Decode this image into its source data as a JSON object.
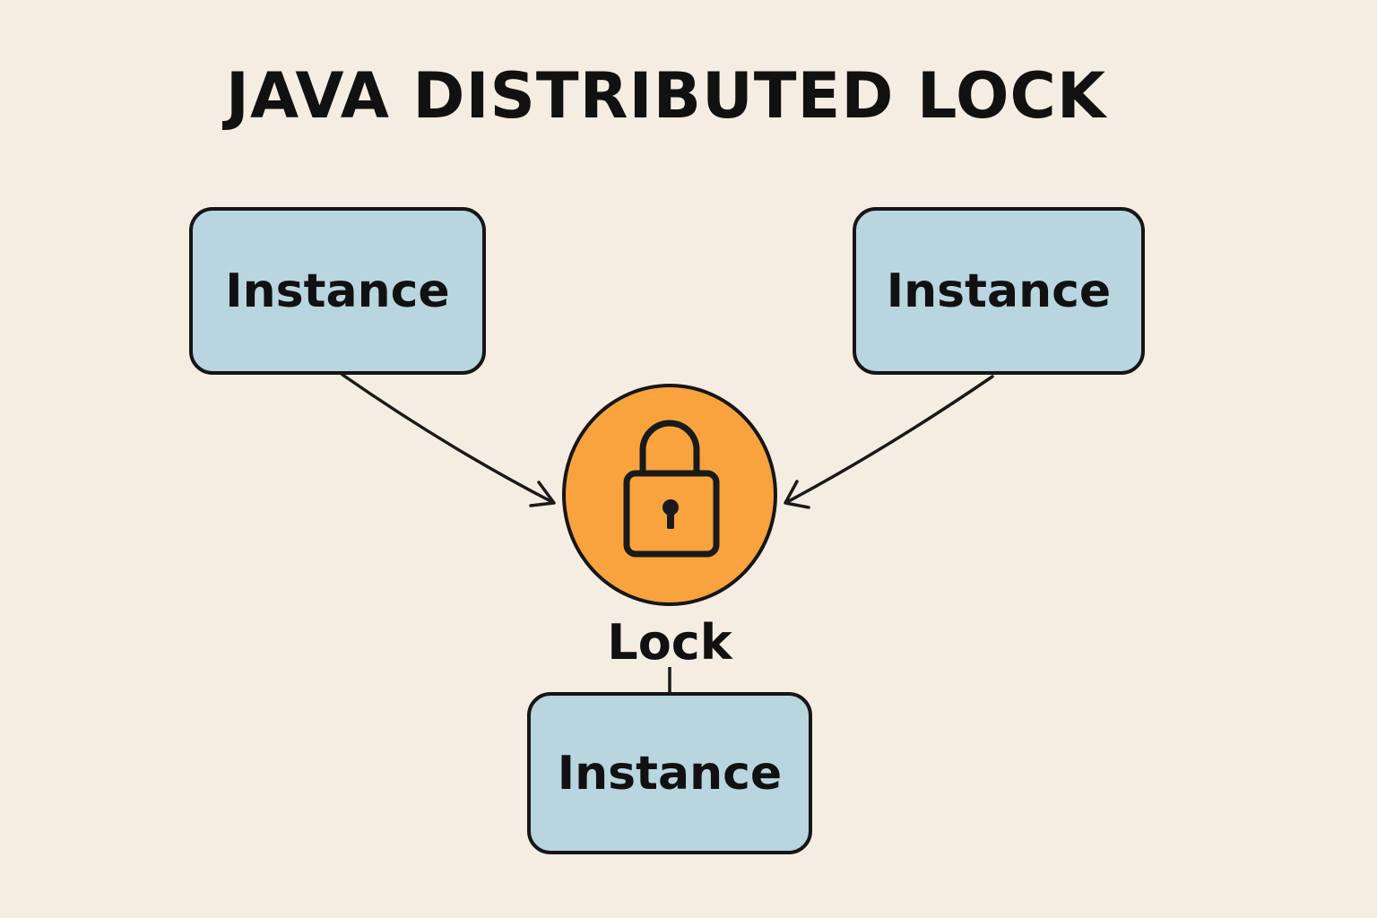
{
  "title": "JAVA DISTRIBUTED LOCK",
  "nodes": {
    "left": {
      "label": "Instance"
    },
    "right": {
      "label": "Instance"
    },
    "bottom": {
      "label": "Instance"
    },
    "lock": {
      "label": "Lock",
      "icon": "padlock-icon"
    }
  },
  "edges": [
    {
      "from": "left",
      "to": "lock",
      "style": "arrow"
    },
    {
      "from": "right",
      "to": "lock",
      "style": "arrow"
    },
    {
      "from": "lock",
      "to": "bottom",
      "style": "line"
    }
  ],
  "colors": {
    "background": "#f6ede2",
    "instance_fill": "#b9d5df",
    "lock_fill": "#f8a33d",
    "stroke": "#161616"
  }
}
